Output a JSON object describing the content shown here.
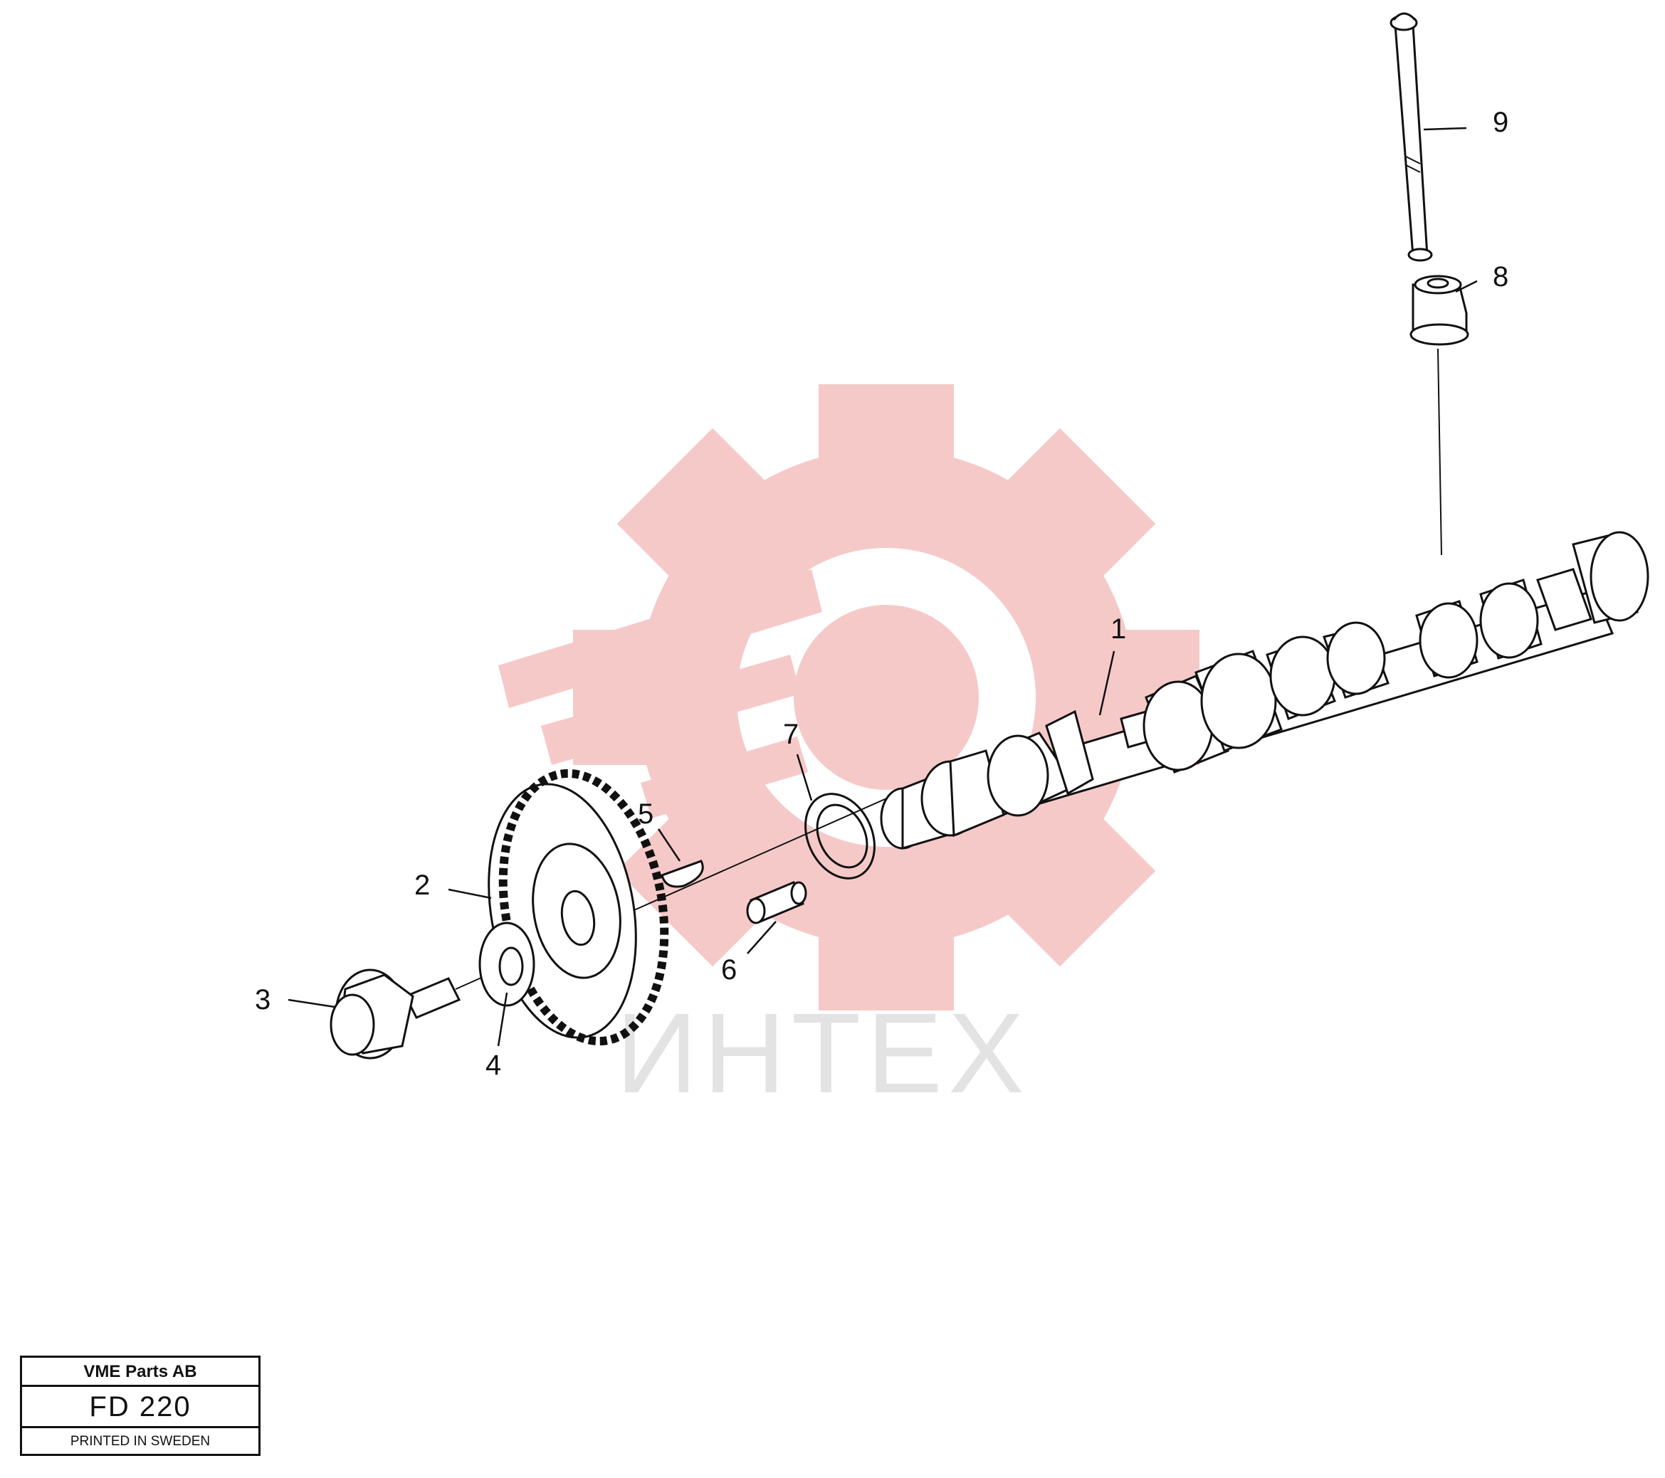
{
  "watermark": {
    "text": "ИНТЕХ",
    "gear_color": "#f6c9c9",
    "text_color": "#e3e3e3"
  },
  "callouts": [
    {
      "id": "1",
      "text": "1"
    },
    {
      "id": "2",
      "text": "2"
    },
    {
      "id": "3",
      "text": "3"
    },
    {
      "id": "4",
      "text": "4"
    },
    {
      "id": "5",
      "text": "5"
    },
    {
      "id": "6",
      "text": "6"
    },
    {
      "id": "7",
      "text": "7"
    },
    {
      "id": "8",
      "text": "8"
    },
    {
      "id": "9",
      "text": "9"
    }
  ],
  "title_block": {
    "company": "VME Parts AB",
    "code": "FD 220",
    "printed": "PRINTED IN SWEDEN"
  },
  "colors": {
    "line": "#111111",
    "background": "#ffffff"
  }
}
